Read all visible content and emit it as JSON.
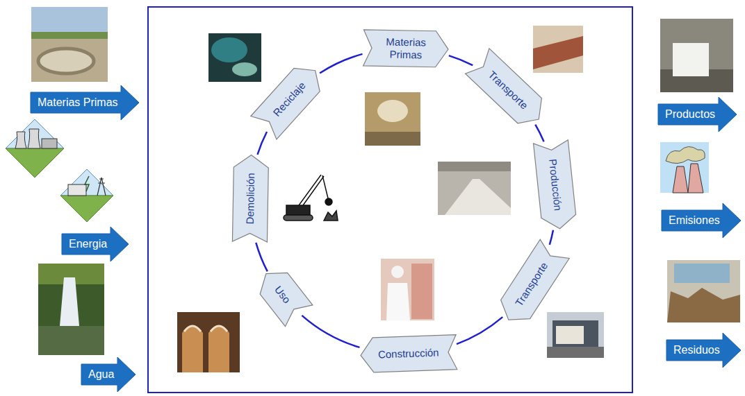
{
  "diagram": {
    "nodes": [
      {
        "text": [
          "Materias Primas"
        ]
      },
      {
        "text": [
          "Energia"
        ]
      },
      {
        "text": [
          "Agua"
        ]
      },
      {
        "text": [
          "Materias Primas"
        ]
      },
      {
        "text": [
          "Transporte"
        ]
      },
      {
        "text": [
          "Producción"
        ]
      },
      {
        "text": [
          "Transporte"
        ]
      },
      {
        "text": [
          "Construcción"
        ]
      },
      {
        "text": [
          "Uso"
        ]
      },
      {
        "text": [
          "Demolición"
        ]
      },
      {
        "text": [
          "Reciclaje"
        ]
      },
      {
        "text": [
          "Productos"
        ]
      },
      {
        "text": [
          "Emisiones"
        ]
      },
      {
        "text": [
          "Residuos"
        ]
      }
    ],
    "edges": [
      {
        "from": 3,
        "to": 4,
        "arrow": "none"
      },
      {
        "from": 4,
        "to": 5,
        "arrow": "none"
      },
      {
        "from": 5,
        "to": 6,
        "arrow": "none"
      },
      {
        "from": 6,
        "to": 7,
        "arrow": "none"
      },
      {
        "from": 7,
        "to": 8,
        "arrow": "none"
      },
      {
        "from": 8,
        "to": 9,
        "arrow": "none"
      },
      {
        "from": 9,
        "to": 10,
        "arrow": "none"
      },
      {
        "from": 10,
        "to": 3,
        "arrow": "none"
      }
    ]
  }
}
